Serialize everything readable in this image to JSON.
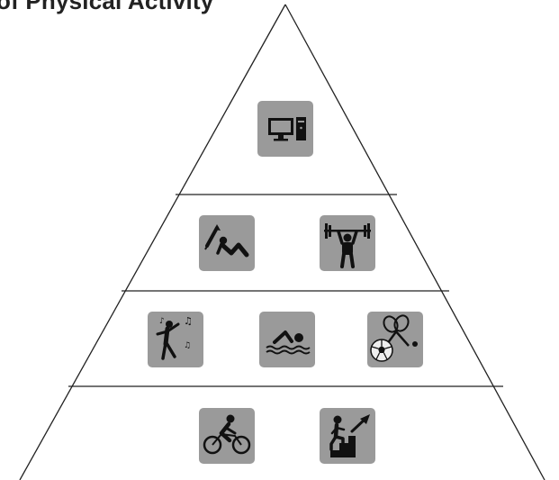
{
  "diagram": {
    "title_visible_fragment": "of Physical Activity",
    "levels": [
      {
        "level": 1,
        "activities": [
          {
            "icon": "computer-icon"
          }
        ]
      },
      {
        "level": 2,
        "activities": [
          {
            "icon": "stretching-icon"
          },
          {
            "icon": "weightlifting-icon"
          }
        ]
      },
      {
        "level": 3,
        "activities": [
          {
            "icon": "dancing-icon"
          },
          {
            "icon": "swimming-icon"
          },
          {
            "icon": "ball-sports-icon"
          }
        ]
      },
      {
        "level": 4,
        "activities": [
          {
            "icon": "cycling-icon"
          },
          {
            "icon": "stairs-icon"
          }
        ]
      }
    ],
    "colors": {
      "line": "#222222",
      "tile": "#9a9a9a",
      "glyph": "#111111",
      "background": "#ffffff"
    }
  }
}
